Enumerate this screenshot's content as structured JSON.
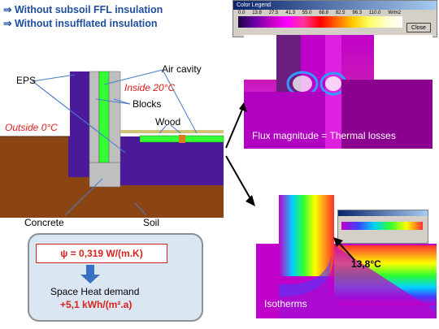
{
  "headers": {
    "line1": "⇒ Without subsoil FFL insulation",
    "line2": "⇒ Without insufflated insulation"
  },
  "diagram_labels": {
    "eps": "EPS",
    "air_cavity": "Air cavity",
    "inside": "Inside 20°C",
    "blocks": "Blocks",
    "wood": "Wood",
    "outside": "Outside 0°C",
    "concrete": "Concrete",
    "soil": "Soil"
  },
  "result_box": {
    "psi": "ψ = 0,319 W/(m.K)",
    "heat_demand_label": "Space Heat demand",
    "heat_demand_value": "+5,1 kWh/(m².a)"
  },
  "color_legend": {
    "title": "Color Legend",
    "values": [
      "0.0",
      "13.8",
      "27.5",
      "41.3",
      "55.0",
      "68.8",
      "82.5",
      "96.3",
      "110.0",
      "W/m2"
    ],
    "close_label": "Close"
  },
  "flux_caption": "Flux magnitude = Thermal losses",
  "iso_caption": "Isotherms",
  "iso_temperature": "13,8°C",
  "colors": {
    "eps": "#4b1a9a",
    "air_cavity": "#33ff33",
    "blocks": "#bfbfbf",
    "soil": "#8b4513",
    "wood": "#e07b22",
    "header_blue": "#1f4e9c",
    "accent_red": "#e31b1b"
  }
}
